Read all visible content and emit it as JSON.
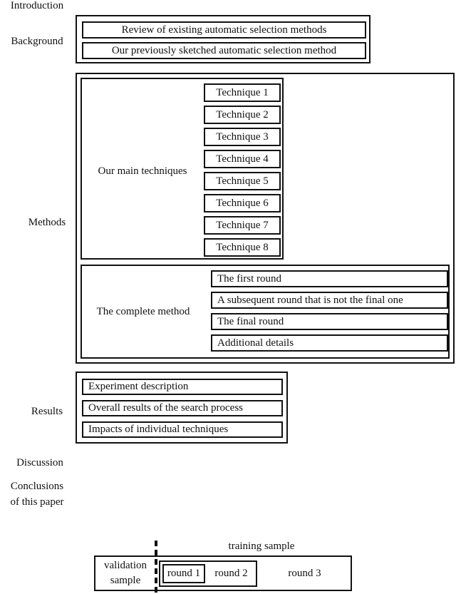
{
  "sections": {
    "introduction": "Introduction",
    "background": "Background",
    "methods": "Methods",
    "results": "Results",
    "discussion": "Discussion",
    "conclusions": [
      "Conclusions",
      "of this paper"
    ]
  },
  "background": {
    "items": [
      "Review of existing automatic selection methods",
      "Our previously sketched automatic selection method"
    ]
  },
  "methods": {
    "main_techniques": {
      "label": "Our main techniques",
      "items": [
        "Technique 1",
        "Technique 2",
        "Technique 3",
        "Technique 4",
        "Technique 5",
        "Technique 6",
        "Technique 7",
        "Technique 8"
      ]
    },
    "complete_method": {
      "label": "The complete method",
      "items": [
        "The first round",
        "A subsequent round that is not the final one",
        "The final round",
        "Additional details"
      ]
    }
  },
  "results": {
    "items": [
      "Experiment description",
      "Overall results of the search process",
      "Impacts of individual techniques"
    ]
  },
  "sample_diagram": {
    "training_label": "training sample",
    "validation_label": [
      "validation",
      "sample"
    ],
    "rounds": [
      "round 1",
      "round 2",
      "round 3"
    ]
  },
  "colors": {
    "ink": "#111111",
    "background": "#ffffff"
  }
}
